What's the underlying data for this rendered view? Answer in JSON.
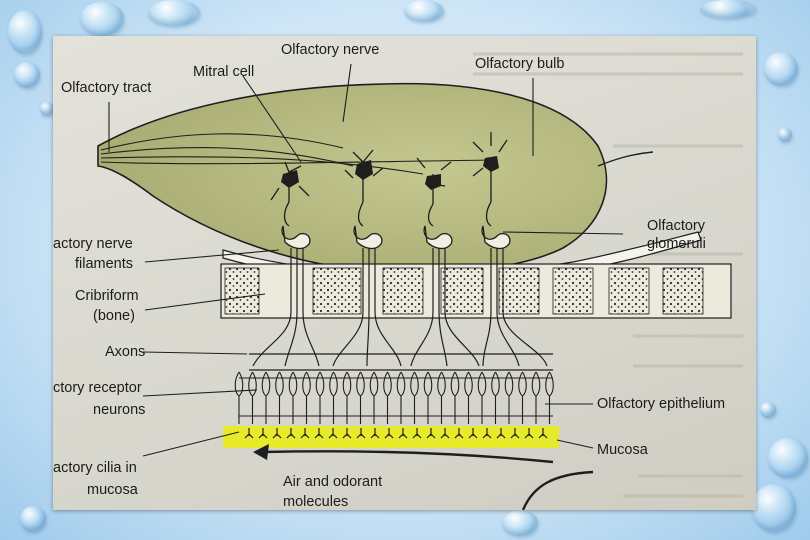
{
  "diagram": {
    "labels": {
      "olfactory_tract": "Olfactory tract",
      "mitral_cell": "Mitral cell",
      "olfactory_nerve": "Olfactory nerve",
      "olfactory_bulb": "Olfactory bulb",
      "olfactory_glomeruli_1": "Olfactory",
      "olfactory_glomeruli_2": "glomeruli",
      "nerve_filaments_1": "actory nerve",
      "nerve_filaments_2": "filaments",
      "cribriform_1": "Cribriform",
      "cribriform_2": "(bone)",
      "axons": "Axons",
      "receptor_neurons_1": "ctory receptor",
      "receptor_neurons_2": "neurons",
      "olfactory_epithelium": "Olfactory epithelium",
      "mucosa": "Mucosa",
      "cilia_1": "actory cilia in",
      "cilia_2": "mucosa",
      "air_1": "Air and  odorant",
      "air_2": "molecules"
    },
    "colors": {
      "bulb": "#b9bd86",
      "bulb_dark": "#a3a86e",
      "bone": "#e8e6d6",
      "mucosa": "#e6ea2a",
      "line": "#1e1e1e"
    }
  }
}
